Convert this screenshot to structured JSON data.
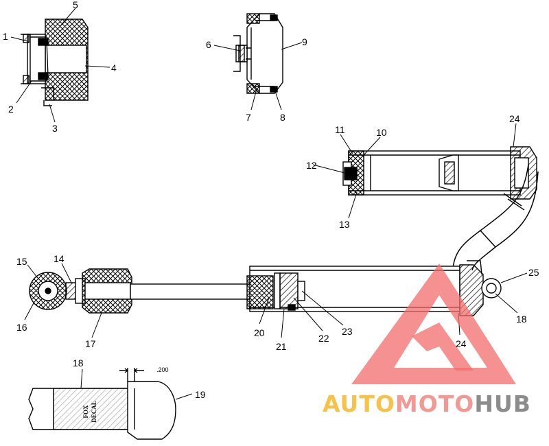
{
  "callouts": [
    "1",
    "2",
    "3",
    "4",
    "5",
    "6",
    "7",
    "8",
    "9",
    "10",
    "11",
    "12",
    "13",
    "14",
    "15",
    "16",
    "17",
    "18",
    "19",
    "20",
    "21",
    "22",
    "23",
    "24",
    "25"
  ],
  "detail": {
    "part_18": "18",
    "part_19": "19",
    "dimension": ".200",
    "decal_line1": "FOX",
    "decal_line2": "DECAL"
  },
  "watermark": {
    "part1": "AUTO",
    "part2": "MOTO",
    "part3": "HUB",
    "colors": {
      "part1": "#f6c24a",
      "part2": "#f19a93",
      "part3": "#8c8c8c",
      "triangle": "#f26c6c"
    }
  }
}
